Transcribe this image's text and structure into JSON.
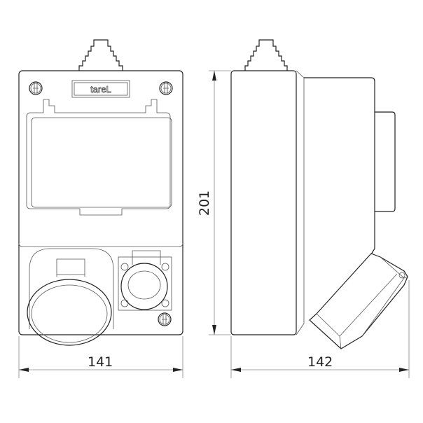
{
  "front_view": {
    "logo_text": "tareL",
    "width_label": "141"
  },
  "side_view": {
    "height_label": "201",
    "depth_label": "142"
  }
}
